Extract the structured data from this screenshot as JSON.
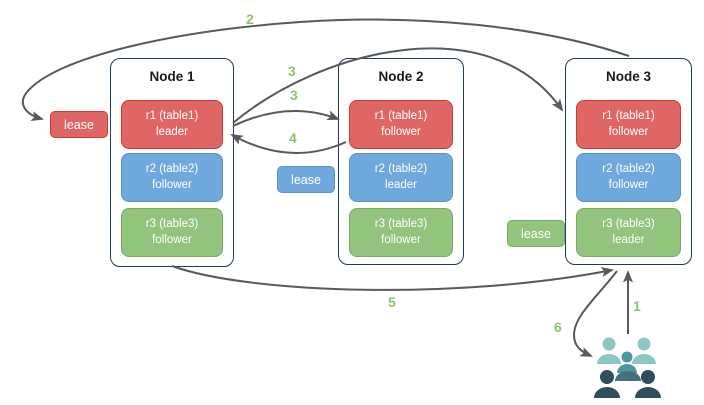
{
  "colors": {
    "red_fill": "#e06666",
    "red_border": "#cc3b33",
    "blue_fill": "#6fa8dc",
    "blue_border": "#5b92c9",
    "green_fill": "#93c47d",
    "green_border": "#7aa962",
    "node_border": "#1f3864",
    "arrow": "#595959",
    "step_label": "#8fbf72",
    "users_light": "#8cc7c3",
    "users_mid": "#4e96a0",
    "users_slate": "#44707d",
    "users_dark": "#2e4e5b"
  },
  "nodes": [
    {
      "title": "Node 1",
      "replicas": [
        {
          "name": "r1 (table1)",
          "role": "leader",
          "color": "red"
        },
        {
          "name": "r2 (table2)",
          "role": "follower",
          "color": "blue"
        },
        {
          "name": "r3 (table3)",
          "role": "follower",
          "color": "green"
        }
      ]
    },
    {
      "title": "Node 2",
      "replicas": [
        {
          "name": "r1 (table1)",
          "role": "follower",
          "color": "red"
        },
        {
          "name": "r2 (table2)",
          "role": "leader",
          "color": "blue"
        },
        {
          "name": "r3 (table3)",
          "role": "follower",
          "color": "green"
        }
      ]
    },
    {
      "title": "Node 3",
      "replicas": [
        {
          "name": "r1 (table1)",
          "role": "follower",
          "color": "red"
        },
        {
          "name": "r2 (table2)",
          "role": "follower",
          "color": "blue"
        },
        {
          "name": "r3 (table3)",
          "role": "leader",
          "color": "green"
        }
      ]
    }
  ],
  "leases": [
    {
      "label": "lease",
      "color": "red"
    },
    {
      "label": "lease",
      "color": "blue"
    },
    {
      "label": "lease",
      "color": "green"
    }
  ],
  "steps": [
    {
      "label": "2"
    },
    {
      "label": "3"
    },
    {
      "label": "3"
    },
    {
      "label": "4"
    },
    {
      "label": "5"
    },
    {
      "label": "6"
    },
    {
      "label": "1"
    }
  ],
  "users_icon": "group of client users"
}
